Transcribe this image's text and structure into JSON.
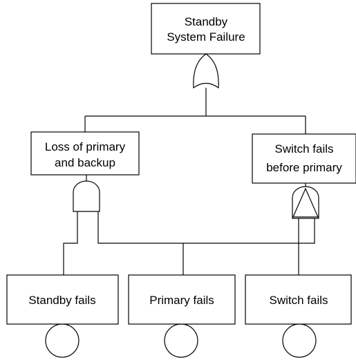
{
  "events": {
    "top": {
      "lines": [
        "Standby",
        "System Failure"
      ]
    },
    "loss": {
      "lines": [
        "Loss of primary",
        "and backup"
      ]
    },
    "switch_before": {
      "lines": [
        "Switch fails",
        "before primary"
      ]
    },
    "standby": {
      "label": "Standby fails"
    },
    "primary": {
      "label": "Primary fails"
    },
    "switch": {
      "label": "Switch fails"
    }
  },
  "gates": {
    "top": "or-gate",
    "loss": "and-gate",
    "switch_before": "priority-and-gate"
  }
}
